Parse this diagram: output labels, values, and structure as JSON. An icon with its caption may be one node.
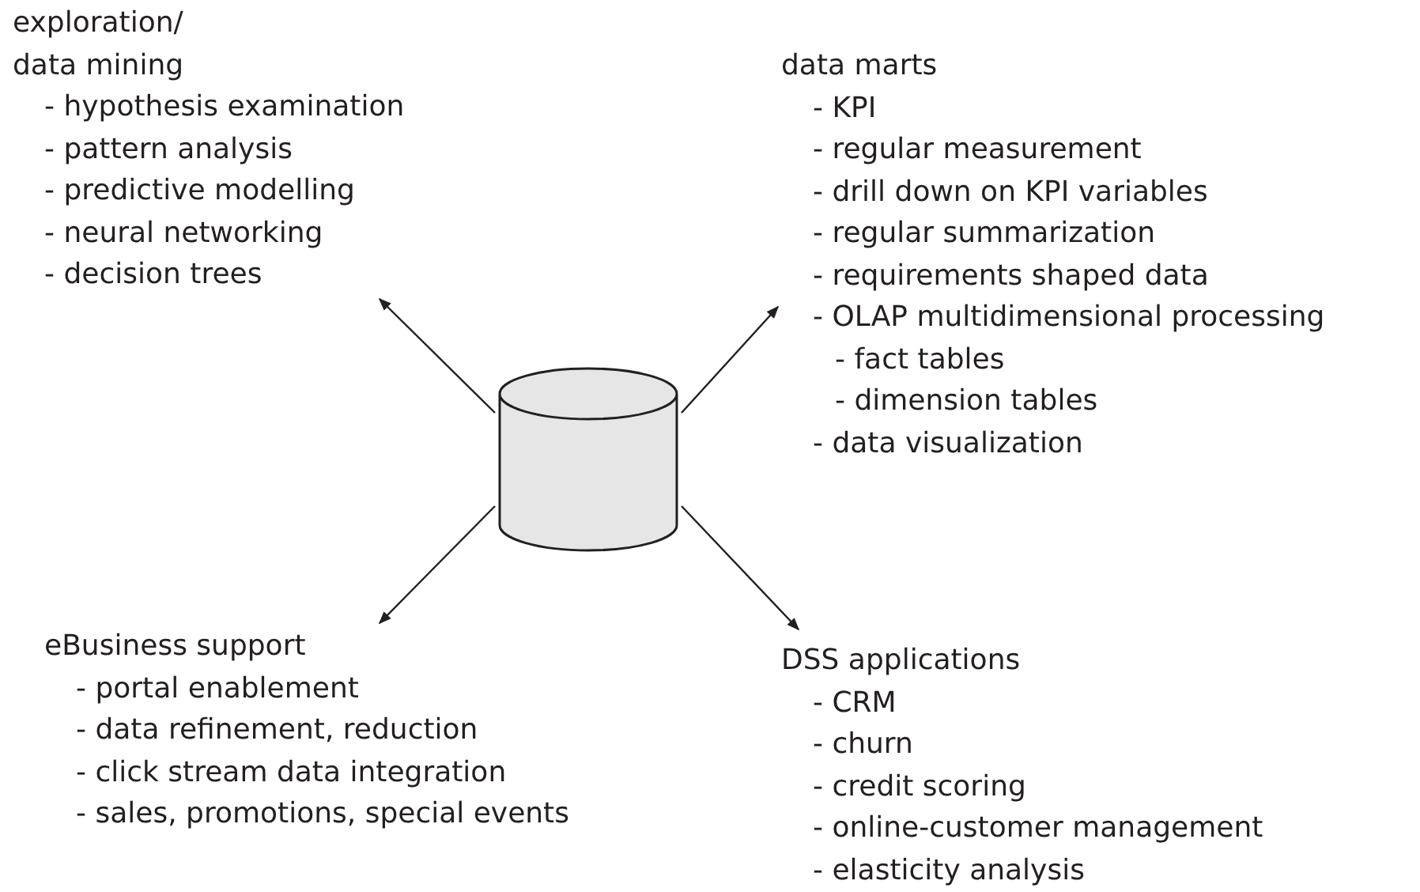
{
  "diagram": {
    "nodes": [
      {
        "text": [],
        "shape": "cylinder"
      },
      {
        "text": [
          "exploration/ data mining",
          "- hypothesis examination",
          "- pattern analysis",
          "- predictive modelling",
          "- neural networking",
          "- decision trees"
        ]
      },
      {
        "text": [
          "data marts",
          "- KPI",
          "- regular measurement",
          "- drill down on KPI variables",
          "- regular summarization",
          "- requirements shaped data",
          "- OLAP multidimensional processing",
          "- fact tables",
          "- dimension tables",
          "- data visualization"
        ]
      },
      {
        "text": [
          "eBusiness support",
          "- portal enablement",
          "- data refinement, reduction",
          "- click stream data integration",
          "- sales, promotions, special events"
        ]
      },
      {
        "text": [
          "DSS applications",
          "- CRM",
          "- churn",
          "- credit scoring",
          "- online-customer management",
          "- elasticity analysis"
        ]
      }
    ],
    "edges": [
      {
        "from": 0,
        "to": 1,
        "arrow": "to"
      },
      {
        "from": 0,
        "to": 2,
        "arrow": "to"
      },
      {
        "from": 0,
        "to": 3,
        "arrow": "to"
      },
      {
        "from": 0,
        "to": 4,
        "arrow": "to"
      }
    ]
  }
}
